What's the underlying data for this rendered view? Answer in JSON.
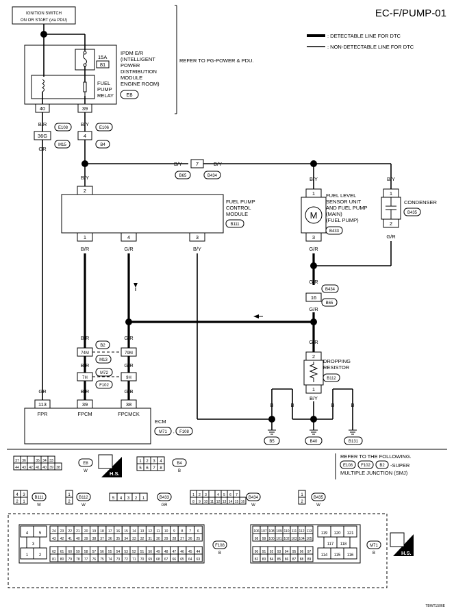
{
  "title": "EC-F/PUMP-01",
  "legend": {
    "detectable": ": DETECTABLE LINE FOR DTC",
    "non_detectable": ": NON-DETECTABLE LINE FOR DTC"
  },
  "ignition": {
    "line1": "IGNITION SWITCH",
    "line2": "ON OR START (via PDU)"
  },
  "ipdm": {
    "lines": [
      "IPDM E/R",
      "(INTELLIGENT",
      "POWER",
      "DISTRIBUTION",
      "MODULE",
      "ENGINE ROOM)"
    ],
    "connector": "E8",
    "fuse": "15A",
    "fuse_no": "81",
    "relay": [
      "FUEL",
      "PUMP",
      "RELAY"
    ],
    "pin_left": "40",
    "pin_right": "39"
  },
  "refer_pg": "REFER TO PG-POWER & PDU.",
  "wires": {
    "br": "B/R",
    "by": "B/Y",
    "gr": "GR",
    "g_r": "G/R",
    "g_b": "G/B",
    "b": "B"
  },
  "junctions": {
    "e108": "E108",
    "m15": "M15",
    "e106": "E106",
    "b4": "B4",
    "p36g": "36G",
    "p4": "4",
    "p7": "7",
    "b65": "B65",
    "b434": "B434",
    "p16": "16",
    "b2": "B2",
    "m13": "M13",
    "p74m": "74M",
    "p79m": "79M",
    "m72": "M72",
    "f102": "F102",
    "p7h": "7H",
    "p9h": "9H"
  },
  "fpcm": {
    "lines": [
      "FUEL PUMP",
      "CONTROL",
      "MODULE"
    ],
    "connector": "B111",
    "pin_top": "2",
    "pins": [
      "1",
      "4",
      "3"
    ]
  },
  "fuel_level": {
    "lines": [
      "FUEL LEVEL",
      "SENSOR UNIT",
      "AND FUEL PUMP",
      "(MAIN)",
      "(FUEL PUMP)"
    ],
    "connector": "B433",
    "pin_top": "1",
    "pin_bottom": "3",
    "motor": "M"
  },
  "condenser": {
    "label": "CONDENSER",
    "connector": "B435",
    "pin_top": "1",
    "pin_bottom": "2"
  },
  "resistor": {
    "lines": [
      "DROPPING",
      "RESISTOR"
    ],
    "connector": "B112",
    "pin_top": "2",
    "pin_bottom": "1"
  },
  "ecm": {
    "label": "ECM",
    "connectors": [
      "M71",
      "F108"
    ],
    "pins": [
      "113",
      "39",
      "38"
    ],
    "pin_names": [
      "FPR",
      "FPCM",
      "FPCMCK"
    ]
  },
  "grounds": [
    "B5",
    "B40",
    "B131"
  ],
  "refer_smj": {
    "line1": "REFER TO THE FOLLOWING.",
    "junctions": [
      "E108",
      "F102",
      "B2"
    ],
    "tail": "-SUPER",
    "line3": "MULTIPLE JUNCTION (SMJ)"
  },
  "connectors": {
    "e8": {
      "name": "E8",
      "color": "W",
      "row1": [
        "37",
        "36",
        "",
        "35",
        "34",
        "33"
      ],
      "row2": [
        "44",
        "43",
        "42",
        "41",
        "40",
        "39",
        "38"
      ]
    },
    "b4": {
      "name": "B4",
      "color": "B",
      "row1": [
        "1",
        "2",
        "3",
        "4"
      ],
      "row2": [
        "5",
        "6",
        "7",
        "8"
      ]
    },
    "b111": {
      "name": "B111",
      "color": "W",
      "row1": [
        "4",
        "3"
      ],
      "row2": [
        "2",
        "1"
      ]
    },
    "b112": {
      "name": "B112",
      "color": "W",
      "row1": [
        "1"
      ],
      "row2": [
        "2"
      ]
    },
    "b433": {
      "name": "B433",
      "color": "GR",
      "row1": [
        "5",
        "4",
        "3",
        "2",
        "1"
      ]
    },
    "b434": {
      "name": "B434",
      "color": "W",
      "row1": [
        "1",
        "2",
        "3",
        "",
        "4",
        "5",
        "6",
        "7"
      ],
      "row2": [
        "8",
        "9",
        "10",
        "11",
        "12",
        "13",
        "14",
        "15",
        "16"
      ]
    },
    "b435": {
      "name": "B435",
      "color": "W",
      "row1": [
        "1"
      ],
      "row2": [
        "2"
      ]
    },
    "f108": {
      "name": "F108",
      "color": "B",
      "left": [
        "4",
        "5",
        "3",
        "1",
        "2"
      ],
      "row1": [
        "24",
        "23",
        "22",
        "21",
        "20",
        "19",
        "18",
        "17",
        "16",
        "15",
        "14",
        "13",
        "12",
        "11",
        "10",
        "9",
        "8",
        "7",
        "6"
      ],
      "row2": [
        "43",
        "42",
        "41",
        "40",
        "39",
        "38",
        "37",
        "36",
        "35",
        "34",
        "33",
        "32",
        "31",
        "30",
        "29",
        "28",
        "27",
        "26",
        "25"
      ],
      "row3": [
        "62",
        "61",
        "60",
        "59",
        "58",
        "57",
        "56",
        "55",
        "54",
        "53",
        "52",
        "51",
        "50",
        "49",
        "48",
        "47",
        "46",
        "45",
        "44"
      ],
      "row4": [
        "81",
        "80",
        "79",
        "78",
        "77",
        "76",
        "75",
        "74",
        "73",
        "72",
        "71",
        "70",
        "69",
        "68",
        "67",
        "66",
        "65",
        "64",
        "63"
      ]
    },
    "m71": {
      "name": "M71",
      "color": "B",
      "row1": [
        "106",
        "107",
        "108",
        "109",
        "110",
        "111",
        "112",
        "113"
      ],
      "row2": [
        "98",
        "99",
        "100",
        "101",
        "102",
        "103",
        "104",
        "105"
      ],
      "row3": [
        "90",
        "91",
        "92",
        "93",
        "94",
        "95",
        "96",
        "97"
      ],
      "row4": [
        "82",
        "83",
        "84",
        "85",
        "86",
        "87",
        "88",
        "89"
      ],
      "right": [
        "119",
        "120",
        "121",
        "117",
        "118",
        "114",
        "115",
        "116"
      ]
    }
  },
  "hs_label": "H.S.",
  "footer_code": "TBWT1506E",
  "icons": [
    "fuse-icon",
    "relay-coil-icon",
    "relay-switch-icon",
    "motor-icon",
    "capacitor-icon",
    "resistor-icon",
    "ground-icon",
    "hs-icon"
  ]
}
